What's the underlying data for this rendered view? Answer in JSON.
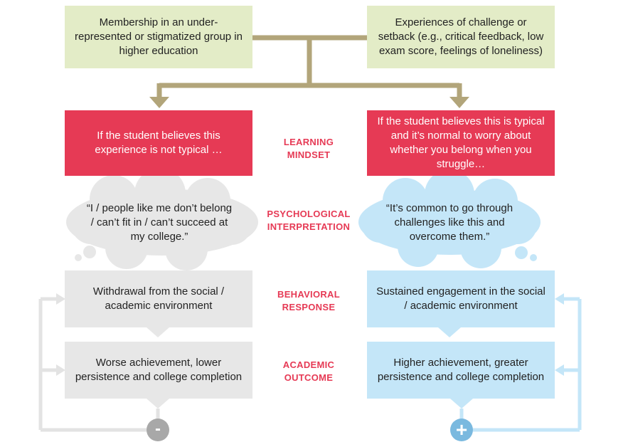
{
  "top": {
    "left_box": "Membership in an under-represented or stigmatized group in higher education",
    "right_box": "Experiences of challenge or setback (e.g., critical feedback, low exam score, feelings of loneliness)"
  },
  "labels": {
    "learning_mindset": "LEARNING MINDSET",
    "psychological_interpretation": "PSYCHOLOGICAL INTERPRETATION",
    "behavioral_response": "BEHAVIORAL RESPONSE",
    "academic_outcome": "ACADEMIC OUTCOME"
  },
  "left_path": {
    "belief": "If the student believes this experience is not typical …",
    "interpretation": "“I / people like me don’t belong / can’t fit in / can’t succeed at my college.”",
    "behavior": "Withdrawal from the social / academic environment",
    "outcome": "Worse achievement, lower persistence and college completion",
    "cycle_symbol": "-"
  },
  "right_path": {
    "belief": "If the student believes this is typical and it’s normal to worry about whether you belong when you struggle…",
    "interpretation": "“It’s common to go through challenges like this and overcome them.”",
    "behavior": "Sustained engagement in the social / academic environment",
    "outcome": "Higher achievement, greater persistence and college completion",
    "cycle_symbol": "+"
  },
  "colors": {
    "green": "#e3ecc7",
    "red": "#e63a55",
    "gray": "#e7e7e7",
    "blue": "#c4e6f8",
    "connector": "#b2a57a"
  }
}
